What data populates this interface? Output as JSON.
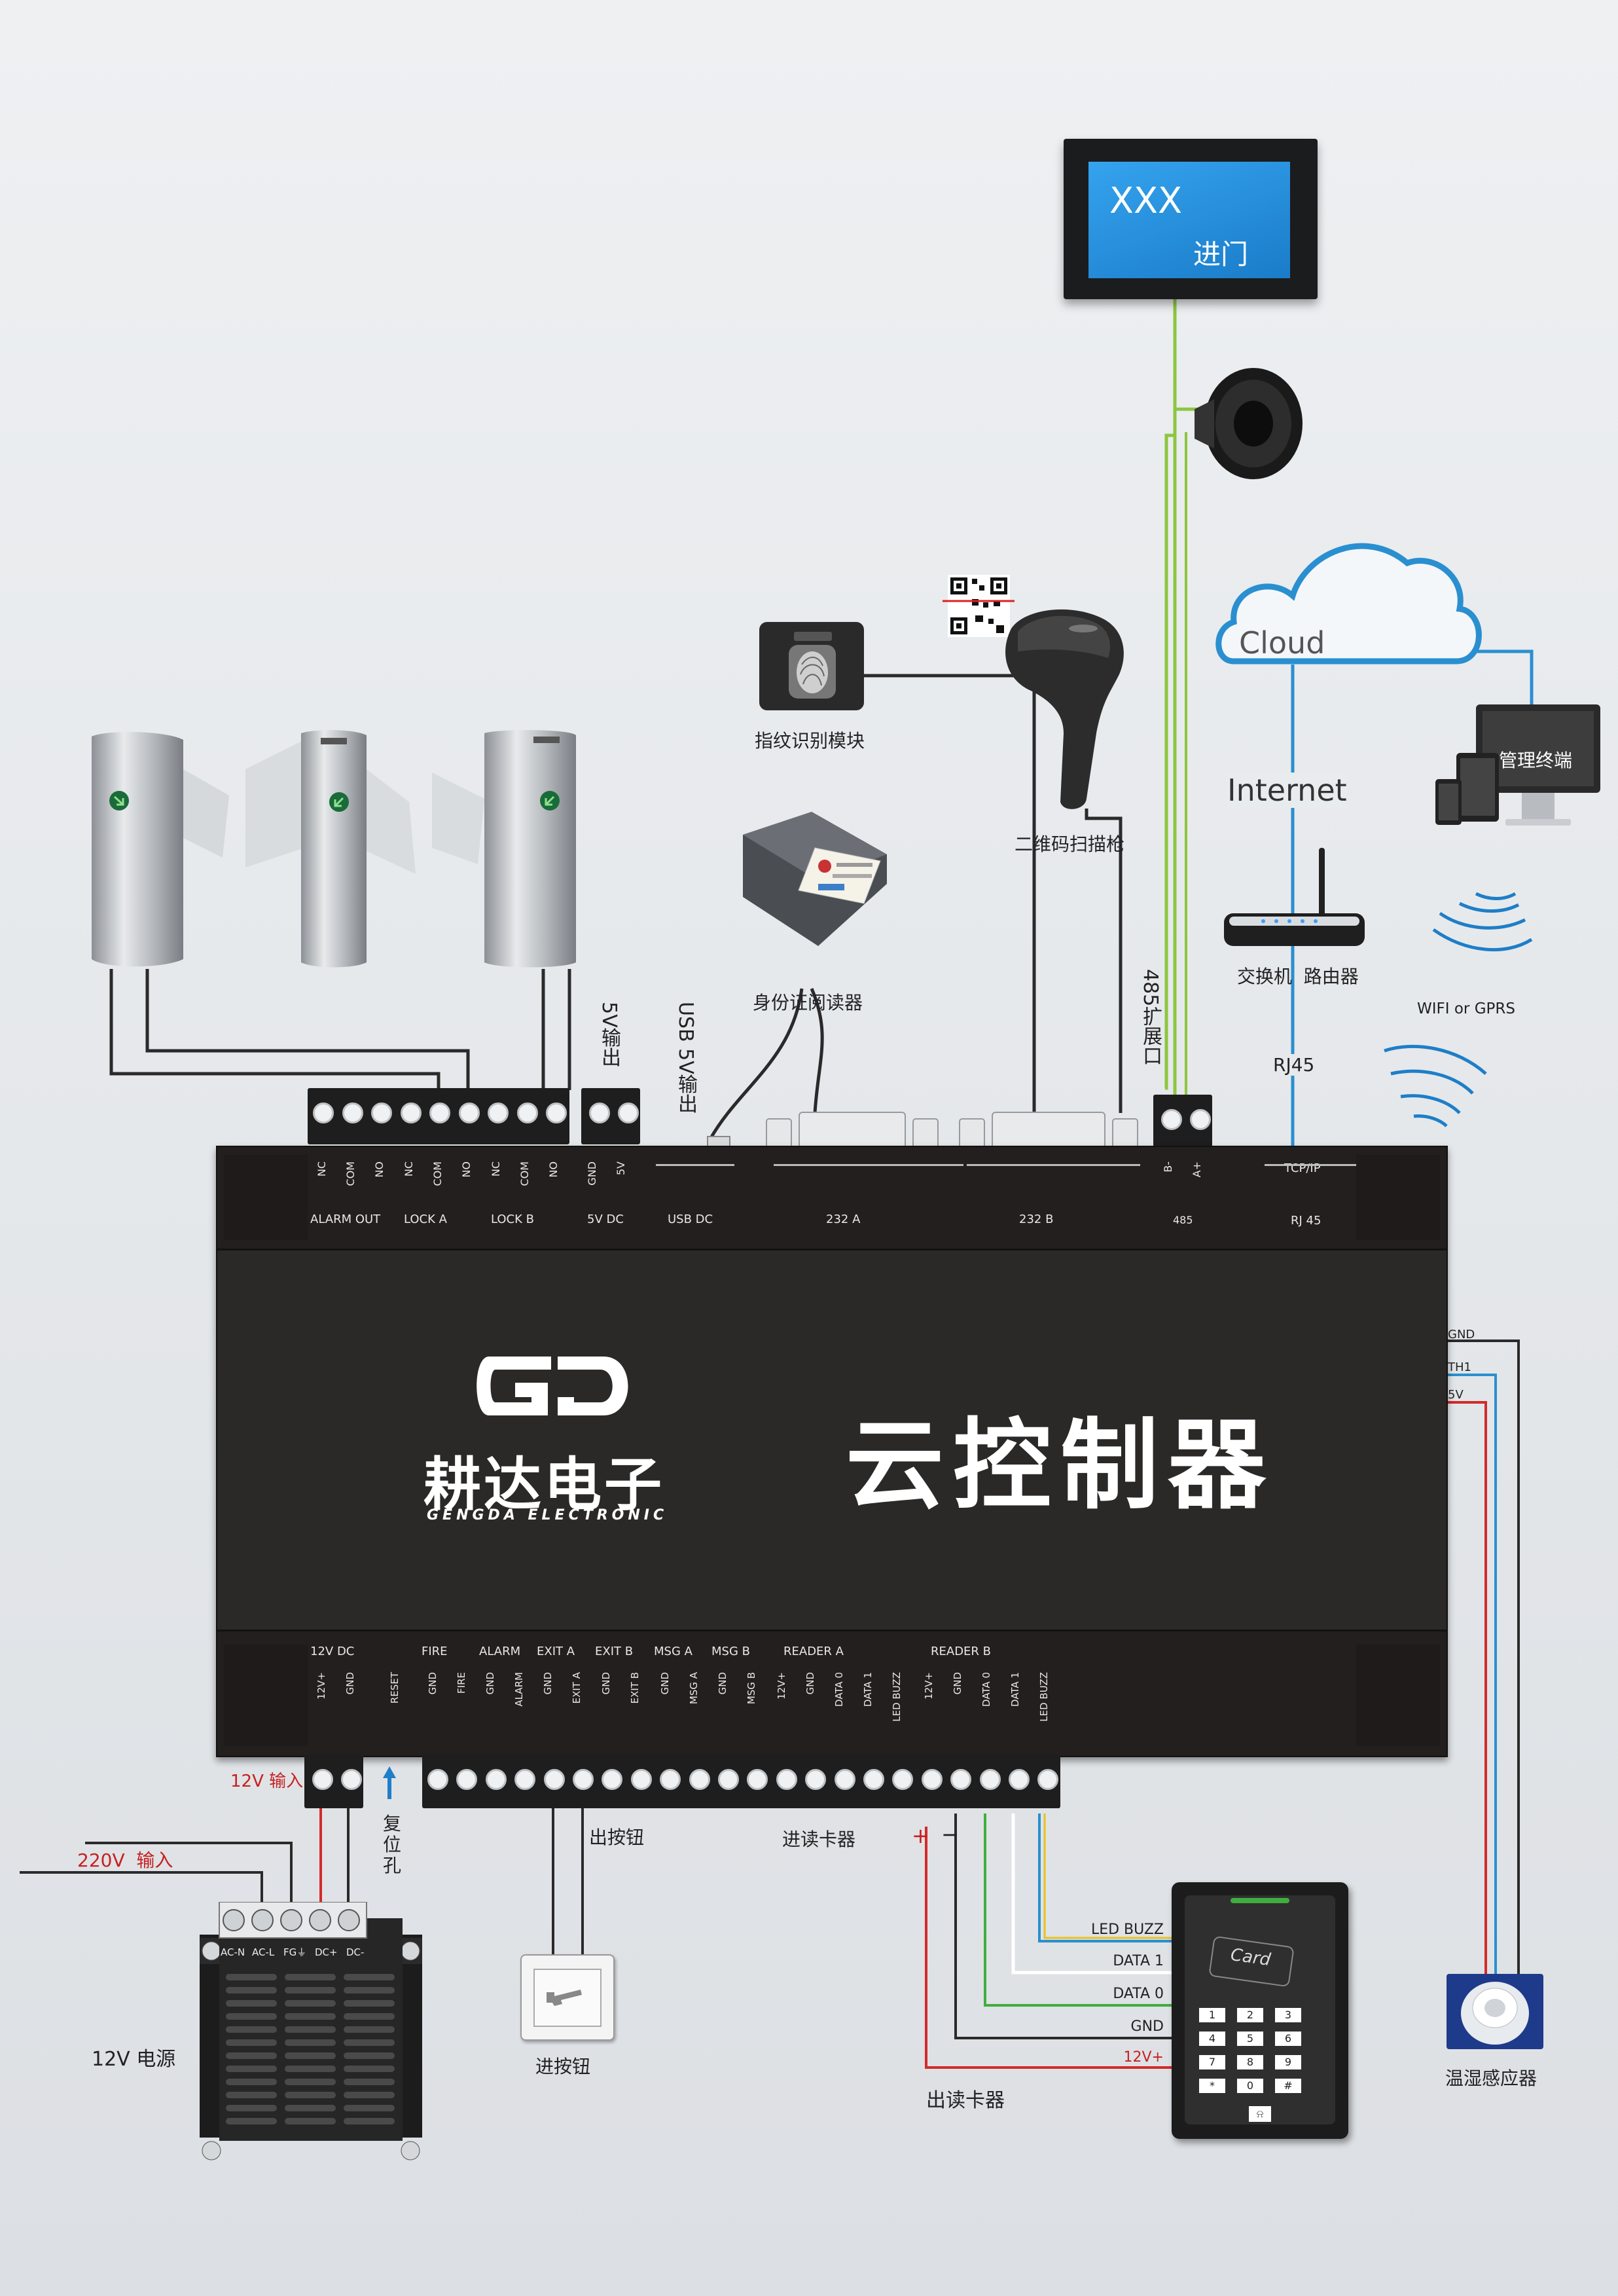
{
  "display": {
    "line1": "XXX",
    "line2": "进门"
  },
  "cloud": {
    "label": "Cloud"
  },
  "internet": {
    "label": "Internet"
  },
  "terminal": {
    "label": "管理终端"
  },
  "router": {
    "label": "交换机  路由器",
    "rj45": "RJ45"
  },
  "wireless": {
    "label": "WIFI or GPRS"
  },
  "fingerprint": {
    "label": "指纹识别模块"
  },
  "qr_scanner": {
    "label": "二维码扫描枪"
  },
  "id_reader": {
    "label": "身份证阅读器"
  },
  "side_labels": {
    "out_5v": "5V输出",
    "usb_5v": "USB 5V输出",
    "ext_485": "485扩展口"
  },
  "top_terminals": [
    {
      "group": "ALARM OUT",
      "pins": [
        "NC",
        "COM",
        "NO"
      ]
    },
    {
      "group": "LOCK A",
      "pins": [
        "NC",
        "COM",
        "NO"
      ]
    },
    {
      "group": "LOCK B",
      "pins": [
        "NC",
        "COM",
        "NO"
      ]
    },
    {
      "group": "5V DC",
      "pins": [
        "GND",
        "5V"
      ]
    }
  ],
  "top_ports": {
    "usb": "USB DC",
    "serial_a": "232 A",
    "serial_b": "232 B",
    "bus_485": "485",
    "bus_pins": [
      "B-",
      "A+"
    ],
    "tcpip": "TCP/IP",
    "rj45": "RJ 45"
  },
  "controller": {
    "brand_cn": "耕达电子",
    "brand_en": "GENGDA ELECTRONIC",
    "title": "云控制器"
  },
  "bottom_terminals": [
    {
      "group": "12V DC",
      "pins": [
        "12V+",
        "GND"
      ]
    },
    {
      "group": "",
      "pins": [
        "RESET"
      ]
    },
    {
      "group": "FIRE",
      "pins": [
        "GND",
        "FIRE"
      ]
    },
    {
      "group": "ALARM",
      "pins": [
        "GND",
        "ALARM"
      ]
    },
    {
      "group": "EXIT A",
      "pins": [
        "GND",
        "EXIT A"
      ]
    },
    {
      "group": "EXIT B",
      "pins": [
        "GND",
        "EXIT B"
      ]
    },
    {
      "group": "MSG A",
      "pins": [
        "GND",
        "MSG A"
      ]
    },
    {
      "group": "MSG B",
      "pins": [
        "GND",
        "MSG B"
      ]
    },
    {
      "group": "READER A",
      "pins": [
        "12V+",
        "GND",
        "DATA 0",
        "DATA 1",
        "LED BUZZ"
      ]
    },
    {
      "group": "READER B",
      "pins": [
        "12V+",
        "GND",
        "DATA 0",
        "DATA 1",
        "LED BUZZ"
      ]
    }
  ],
  "sensor_wires": [
    "GND",
    "TH1",
    "5V"
  ],
  "labels": {
    "input_12v": "12V 输入",
    "input_220v": "220V  输入",
    "reset_hole": "复位孔",
    "exit_button": "出按钮",
    "in_reader": "进读卡器",
    "plus": "+",
    "minus": "−",
    "power_supply": "12V 电源",
    "enter_button": "进按钮",
    "out_reader": "出读卡器",
    "humidity_sensor": "温湿感应器"
  },
  "psu_pins": [
    "AC-N",
    "AC-L",
    "FG⏚",
    "DC+",
    "DC-"
  ],
  "reader_wires": [
    "LED BUZZ",
    "DATA 1",
    "DATA 0",
    "GND",
    "12V+"
  ],
  "keypad": {
    "card": "Card",
    "keys": [
      "1",
      "2",
      "3",
      "4",
      "5",
      "6",
      "7",
      "8",
      "9",
      "*",
      "0",
      "#"
    ],
    "bell": "⍾"
  },
  "colors": {
    "controller": "#2b2927",
    "wire_green": "#8cc63f",
    "wire_blue": "#2a8fd0",
    "wire_red": "#d42a2a",
    "wire_yellow": "#e8c21c",
    "wire_dark": "#2a2a2a",
    "display_blue": "#1e88d8"
  }
}
